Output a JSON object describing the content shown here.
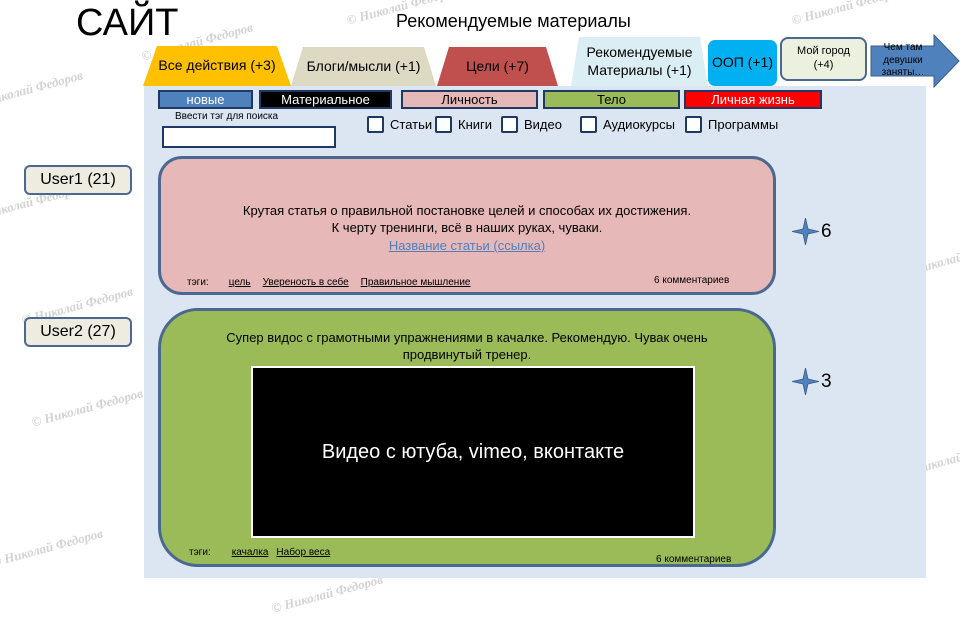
{
  "site_title": "САЙТ",
  "page_heading": "Рекомендуемые материалы",
  "watermark": "© Николай Федоров",
  "tabs": [
    {
      "label": "Все действия (+3)",
      "color": "#ffc000"
    },
    {
      "label": "Блоги/мысли (+1)",
      "color": "#ddd9c3"
    },
    {
      "label": "Цели (+7)",
      "color": "#c0504d"
    },
    {
      "label": "Рекомендуемые Материалы (+1)",
      "color": "#dbeef3"
    },
    {
      "label": "ООП (+1)",
      "color": "#00b0f0"
    },
    {
      "label": "Мой город (+4)",
      "color": "#ebf1de"
    },
    {
      "label": "Чем там девушки заняты…",
      "color": "#4f81bd"
    }
  ],
  "filters": [
    {
      "label": "новые",
      "color": "#4f81bd",
      "text_color": "#ffffff"
    },
    {
      "label": "Материальное",
      "color": "#000000",
      "text_color": "#ffffff"
    },
    {
      "label": "Личность",
      "color": "#e6b8b7",
      "text_color": "#000000"
    },
    {
      "label": "Тело",
      "color": "#9bbb59",
      "text_color": "#000000"
    },
    {
      "label": "Личная жизнь",
      "color": "#ff0000",
      "text_color": "#ffffff"
    }
  ],
  "search": {
    "label": "Ввести тэг для поиска",
    "value": ""
  },
  "content_types": [
    "Статьи",
    "Книги",
    "Видео",
    "Аудиокурсы",
    "Программы"
  ],
  "users": [
    "User1 (21)",
    "User2 (27)"
  ],
  "posts": [
    {
      "text_line1": "Крутая  статья о правильной постановке целей и способах их достижения.",
      "text_line2": "К черту тренинги, всё в наших руках, чуваки.",
      "link": "Название статьи (ссылка)",
      "tags_label": "тэги:",
      "tags": [
        "цель",
        "Увереность в себе",
        "Правильное мышление"
      ],
      "comments": "6 комментариев",
      "rating": "6",
      "color": "#e6b8b7"
    },
    {
      "text_line1": "Супер видос  с грамотными упражнениями в качалке. Рекомендую. Чувак очень",
      "text_line2": "продвинутый тренер.",
      "video_label": "Видео с ютуба, vimeo, вконтакте",
      "tags_label": "тэги:",
      "tags": [
        "качалка",
        "Набор веса"
      ],
      "comments": "6 комментариев",
      "rating": "3",
      "color": "#9bbb59"
    }
  ],
  "star_icon": "four-point-star-icon"
}
